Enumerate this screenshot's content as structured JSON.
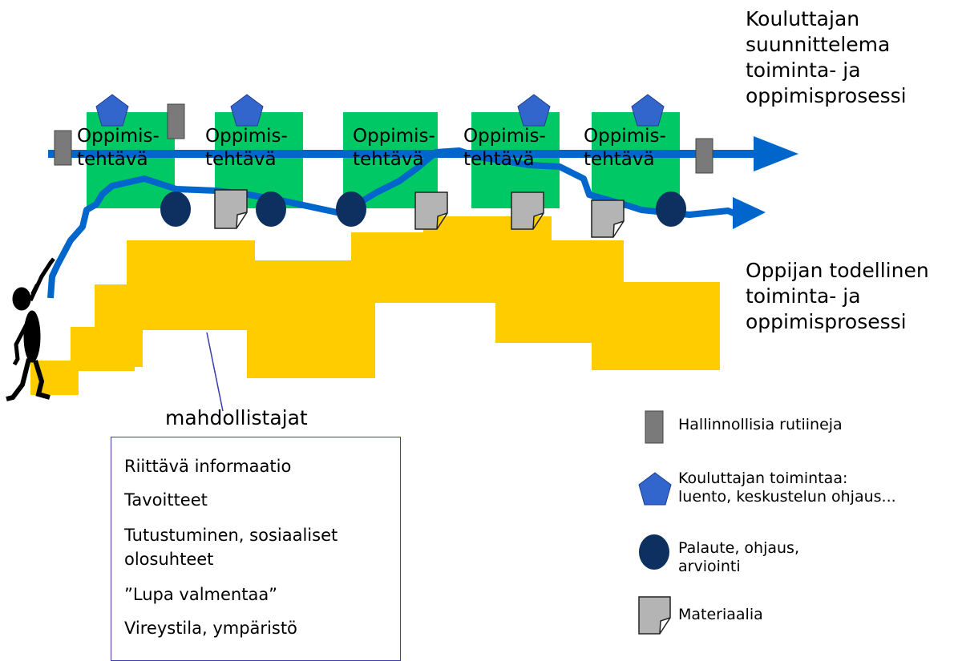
{
  "title_trainer": [
    "Kouluttajan",
    "suunnittelema",
    "toiminta- ja",
    "oppimisprosessi"
  ],
  "title_learner": [
    "Oppijan todellinen",
    "toiminta- ja",
    "oppimisprosessi"
  ],
  "task_line1": "Oppimis-",
  "task_line2": "tehtävä",
  "enablers_label": "mahdollistajat",
  "enablers": [
    "Riittävä informaatio",
    "Tavoitteet",
    "Tutustuminen, sosiaaliset",
    "olosuhteet",
    "”Lupa valmentaa”",
    "Vireystila, ympäristö"
  ],
  "legend": {
    "admin": "Hallinnollisia rutiineja",
    "trainer_line1": "Kouluttajan toimintaa:",
    "trainer_line2": "luento, keskustelun ohjaus...",
    "feedback_line1": "Palaute, ohjaus,",
    "feedback_line2": "arviointi",
    "material": "Materiaalia"
  },
  "colors": {
    "task_box": "#00c864",
    "arrow": "#0066cc",
    "steps": "#ffcc00",
    "pentagon": "#3366cc",
    "circle": "#0d3060",
    "rect": "#7a7a7a",
    "doc": "#b4b4b4",
    "box_border": "#3b3bb3"
  },
  "icons": [
    "pentagon-icon",
    "circle-icon",
    "rectangle-icon",
    "document-icon",
    "person-icon"
  ]
}
